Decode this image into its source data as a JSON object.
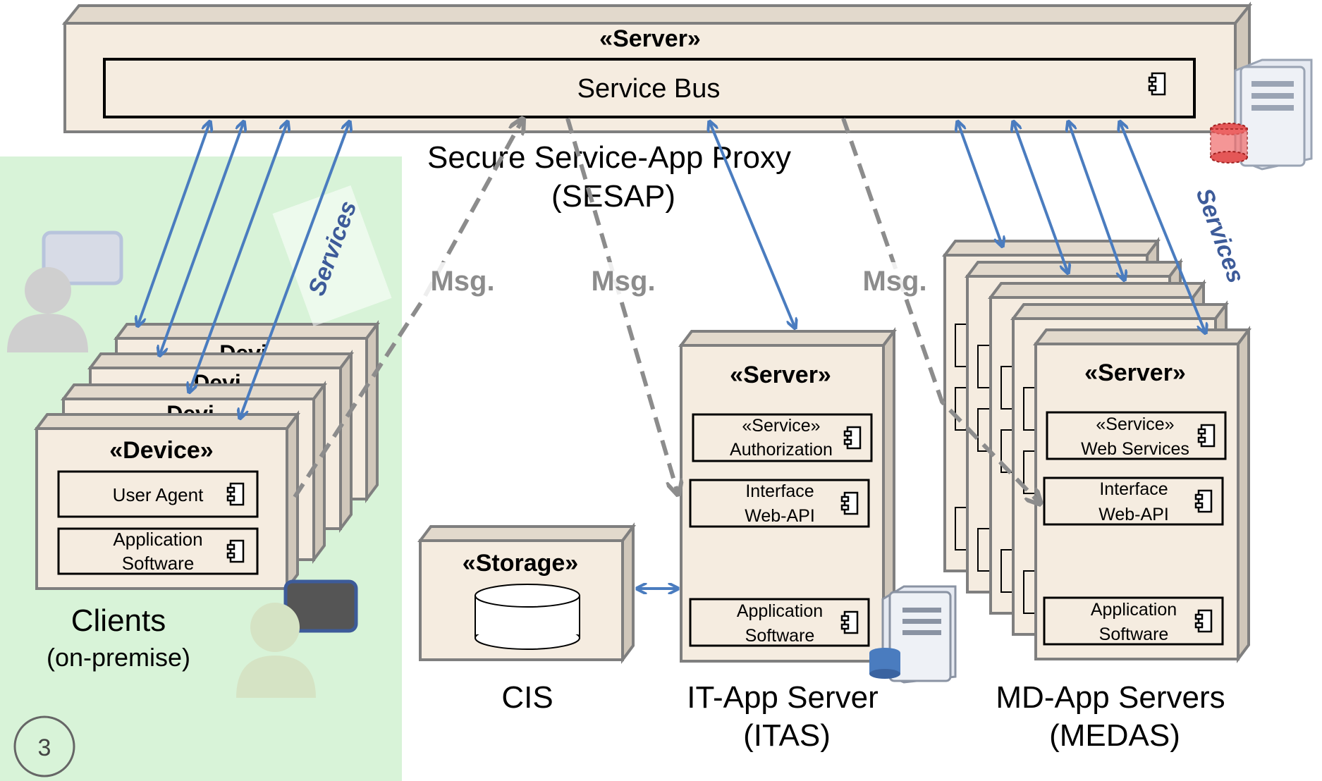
{
  "sesap": {
    "stereotype": "«Server»",
    "bus_label": "Service Bus",
    "title_line1": "Secure Service-App Proxy",
    "title_line2": "(SESAP)"
  },
  "clients": {
    "stereotype": "«Device»",
    "back_partial": [
      "Devi",
      "Devi",
      "Devi"
    ],
    "component1": "User Agent",
    "component2_line1": "Application",
    "component2_line2": "Software",
    "caption_line1": "Clients",
    "caption_line2": "(on-premise)",
    "services_label": "Services"
  },
  "storage": {
    "stereotype": "«Storage»",
    "caption": "CIS"
  },
  "itas": {
    "stereotype": "«Server»",
    "comp1_line1": "«Service»",
    "comp1_line2": "Authorization",
    "comp2_line1": "Interface",
    "comp2_line2": "Web-API",
    "comp3_line1": "Application",
    "comp3_line2": "Software",
    "caption_line1": "IT-App Server",
    "caption_line2": "(ITAS)"
  },
  "medas": {
    "stereotype": "«Server»",
    "comp1_line1": "«Service»",
    "comp1_line2": "Web Services",
    "comp2_line1": "Interface",
    "comp2_line2": "Web-API",
    "comp3_line1": "Application",
    "comp3_line2": "Software",
    "caption_line1": "MD-App Servers",
    "caption_line2": "(MEDAS)",
    "services_label": "Services"
  },
  "messages": [
    "Msg.",
    "Msg.",
    "Msg."
  ],
  "slide_number": "3",
  "colors": {
    "box_fill": "#f5ece0",
    "box_side": "#d9d0c3",
    "box_stroke": "#7f7f7f",
    "arrow_blue": "#4a7cbf",
    "msg_grey": "#8c8c8c",
    "clients_bg": "#d8f3d8",
    "services_text": "#3d5b99"
  }
}
